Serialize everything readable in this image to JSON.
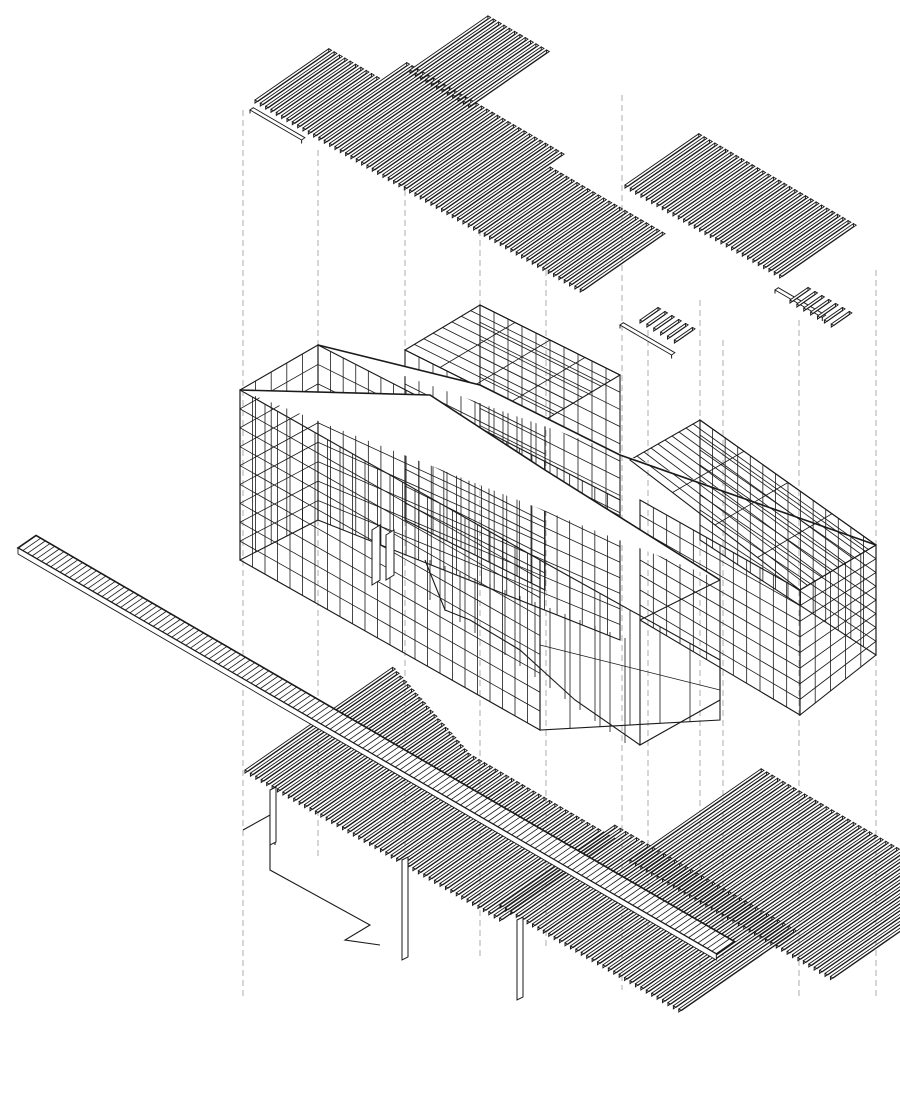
{
  "drawing": {
    "layers": [
      "roof-joists",
      "wall-framing",
      "floor-joists",
      "walkway-deck",
      "posts"
    ],
    "line_color": "#1a1a1a",
    "guide_color": "#9a9a9a",
    "background": "#ffffff"
  }
}
